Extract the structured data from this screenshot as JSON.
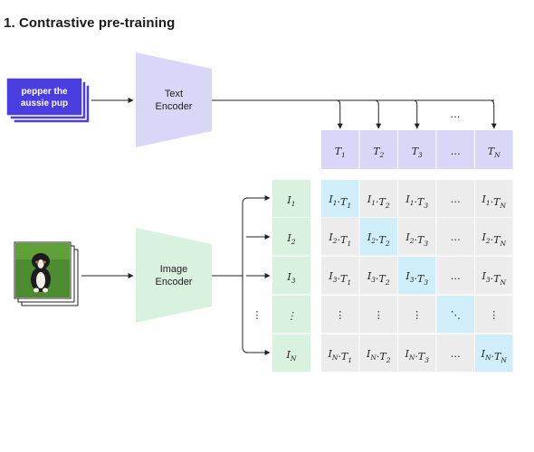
{
  "title": "1. Contrastive pre-training",
  "text_input": {
    "lines": [
      "pepper the",
      "aussie pup"
    ]
  },
  "text_encoder": {
    "lines": [
      "Text",
      "Encoder"
    ]
  },
  "image_encoder": {
    "lines": [
      "Image",
      "Encoder"
    ]
  },
  "image_input": {
    "description_icon": "dog-photo-icon"
  },
  "text_features": [
    {
      "base": "T",
      "sub": "1"
    },
    {
      "base": "T",
      "sub": "2"
    },
    {
      "base": "T",
      "sub": "3"
    },
    {
      "base": "…",
      "sub": ""
    },
    {
      "base": "T",
      "sub": "N"
    }
  ],
  "image_features": [
    {
      "base": "I",
      "sub": "1"
    },
    {
      "base": "I",
      "sub": "2"
    },
    {
      "base": "I",
      "sub": "3"
    },
    {
      "base": "⋮",
      "sub": ""
    },
    {
      "base": "I",
      "sub": "N"
    }
  ],
  "ellipsis": {
    "horizontal": "…",
    "vertical": "⋮",
    "diagonal": "⋱"
  },
  "colors": {
    "text_card": "#4b3ee0",
    "text_encoder": "#d9d6f7",
    "text_feature": "#d9d6f7",
    "image_encoder": "#d9f1df",
    "image_feature": "#d9f1df",
    "cell": "#ececec",
    "cell_diagonal": "#cfeefa",
    "arrow": "#222222"
  }
}
